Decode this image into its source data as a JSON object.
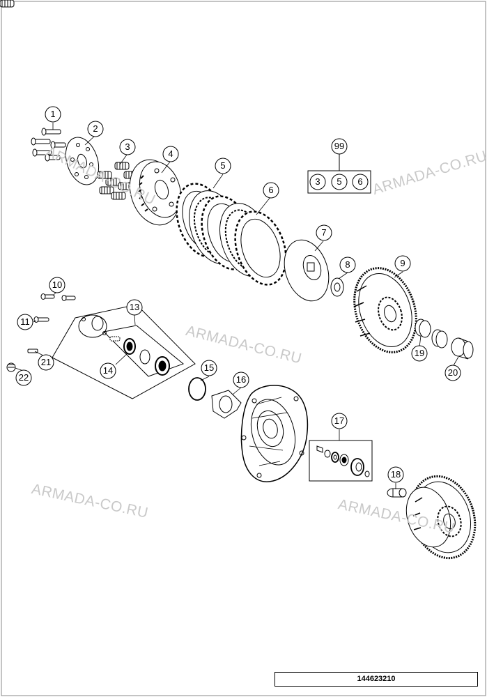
{
  "watermark": "ARMADA-CO.RU",
  "callouts": [
    "1",
    "2",
    "3",
    "4",
    "5",
    "6",
    "7",
    "8",
    "9",
    "10",
    "11",
    "13",
    "14",
    "15",
    "16",
    "17",
    "18",
    "19",
    "20",
    "21",
    "22",
    "99"
  ],
  "kit_99_items": [
    "3",
    "5",
    "6"
  ],
  "reference_number": "144623210",
  "colors": {
    "line": "#000000",
    "watermark": "#c9c9c9",
    "background": "#ffffff"
  }
}
